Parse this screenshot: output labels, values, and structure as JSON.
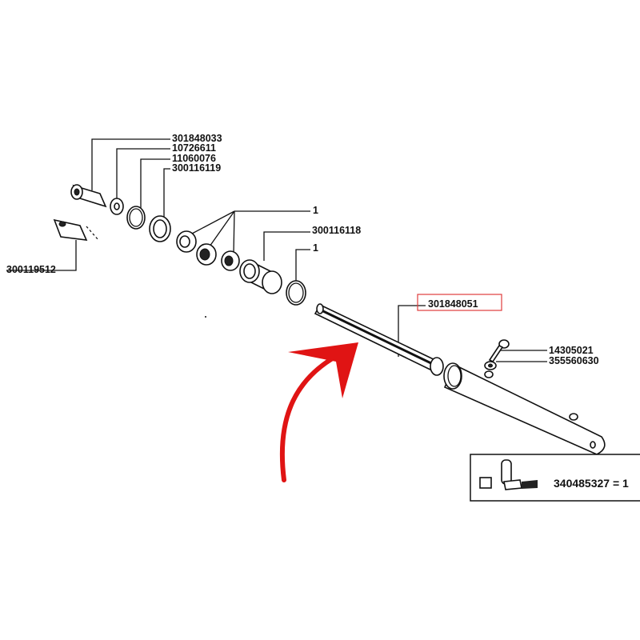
{
  "diagram": {
    "labels": {
      "pin": "301848033",
      "nut": "10726611",
      "circlip": "11060076",
      "seal_ring": "300116119",
      "bearing_set": "1",
      "bushing": "300116118",
      "o_ring": "1",
      "bracket": "300119512",
      "rod": "301848051",
      "bolt": "14305021",
      "washer": "355560630"
    },
    "highlight_color": "#e03c3c",
    "arrow_color": "#e01414",
    "kit": {
      "text": "340485327 = 1"
    }
  }
}
